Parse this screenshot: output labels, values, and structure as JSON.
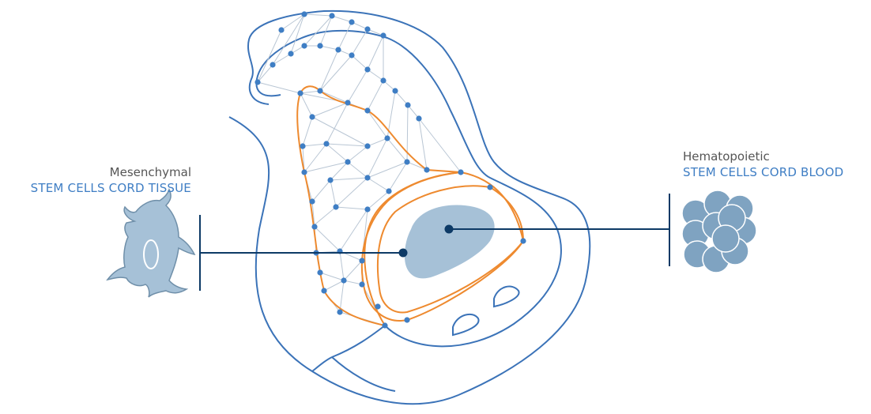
{
  "labels": {
    "mesenchymal": {
      "sub": "Mesenchymal",
      "main": "STEM CELLS CORD TISSUE"
    },
    "hematopoietic": {
      "sub": "Hematopoietic",
      "main": "STEM CELLS CORD BLOOD"
    }
  },
  "colors": {
    "outline": "#3b73b8",
    "orange": "#ee8a2f",
    "node": "#3f7ec4",
    "mesh": "#b9c6d4",
    "fill": "#a6c1d7",
    "dark": "#0d3a66"
  }
}
